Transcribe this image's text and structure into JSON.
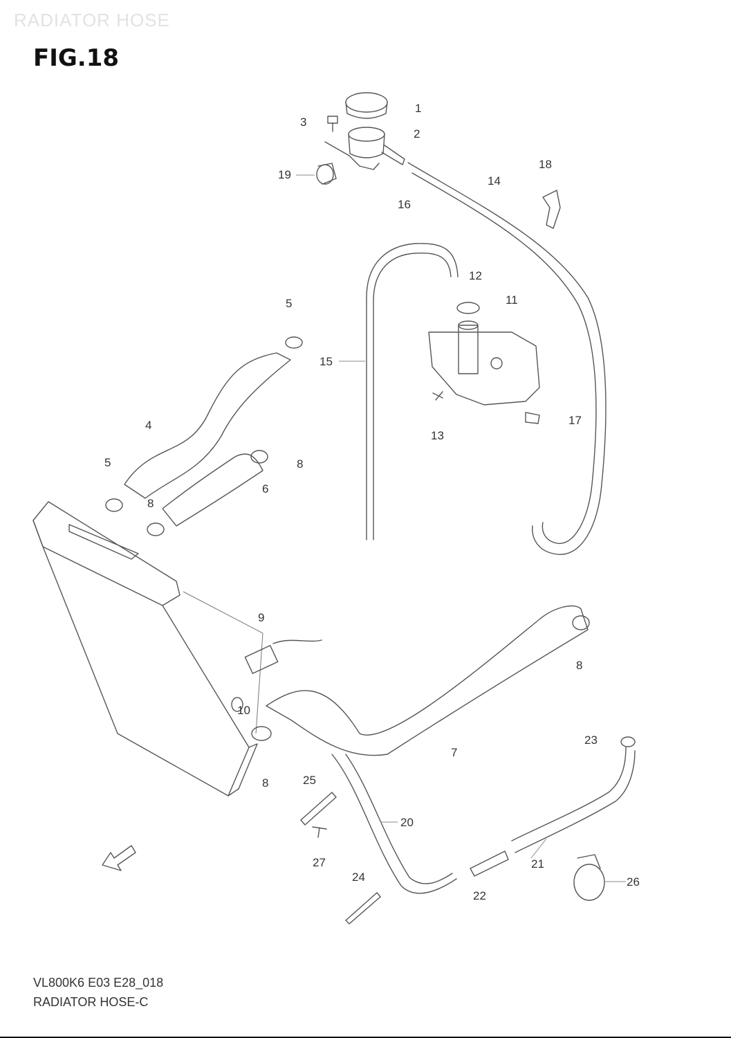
{
  "header": {
    "watermark": "RADIATOR HOSE",
    "figure_label": "FIG.18"
  },
  "callouts": [
    {
      "id": "c1",
      "text": "1"
    },
    {
      "id": "c2",
      "text": "2"
    },
    {
      "id": "c3",
      "text": "3"
    },
    {
      "id": "c19",
      "text": "19"
    },
    {
      "id": "c16",
      "text": "16"
    },
    {
      "id": "c14",
      "text": "14"
    },
    {
      "id": "c18",
      "text": "18"
    },
    {
      "id": "c12",
      "text": "12"
    },
    {
      "id": "c11",
      "text": "11"
    },
    {
      "id": "c5a",
      "text": "5"
    },
    {
      "id": "c15",
      "text": "15"
    },
    {
      "id": "c13",
      "text": "13"
    },
    {
      "id": "c17",
      "text": "17"
    },
    {
      "id": "c4",
      "text": "4"
    },
    {
      "id": "c5b",
      "text": "5"
    },
    {
      "id": "c8a",
      "text": "8"
    },
    {
      "id": "c6",
      "text": "6"
    },
    {
      "id": "c8b",
      "text": "8"
    },
    {
      "id": "c9",
      "text": "9"
    },
    {
      "id": "c8c",
      "text": "8"
    },
    {
      "id": "c10",
      "text": "10"
    },
    {
      "id": "c7",
      "text": "7"
    },
    {
      "id": "c23",
      "text": "23"
    },
    {
      "id": "c8d",
      "text": "8"
    },
    {
      "id": "c25",
      "text": "25"
    },
    {
      "id": "c20",
      "text": "20"
    },
    {
      "id": "c21",
      "text": "21"
    },
    {
      "id": "c27",
      "text": "27"
    },
    {
      "id": "c26",
      "text": "26"
    },
    {
      "id": "c24",
      "text": "24"
    },
    {
      "id": "c22",
      "text": "22"
    }
  ],
  "fwd_arrow_label": "FWD",
  "footer": {
    "code": "VL800K6 E03 E28_018",
    "name": "RADIATOR HOSE-C"
  }
}
